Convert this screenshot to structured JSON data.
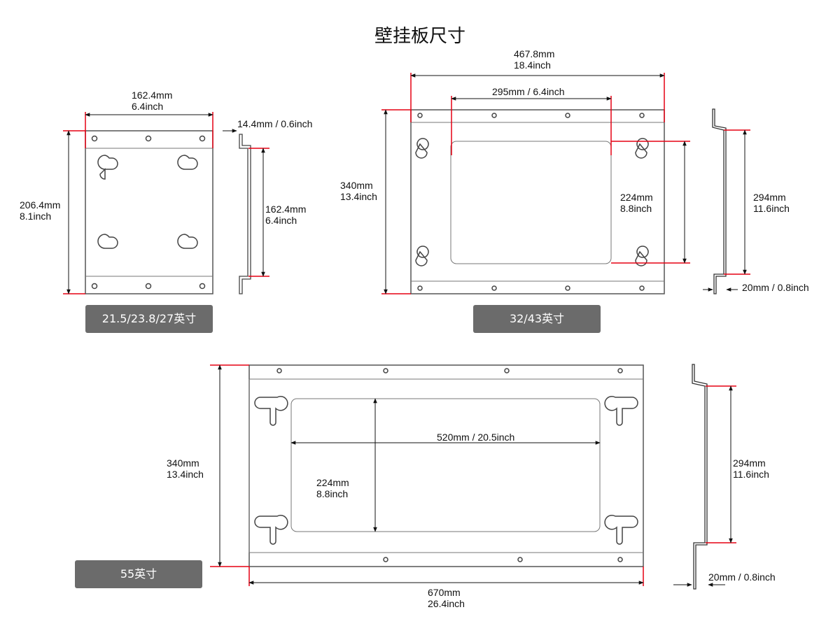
{
  "title": "壁挂板尺寸",
  "small_plate": {
    "badge": "21.5/23.8/27英寸",
    "width_mm": "162.4mm",
    "width_inch": "6.4inch",
    "height_mm": "206.4mm",
    "height_inch": "8.1inch",
    "depth_label": "14.4mm / 0.6inch",
    "side_mm": "162.4mm",
    "side_inch": "6.4inch"
  },
  "medium_plate": {
    "badge": "32/43英寸",
    "width_mm": "467.8mm",
    "width_inch": "18.4inch",
    "hole_spacing": "295mm / 6.4inch",
    "height_mm": "340mm",
    "height_inch": "13.4inch",
    "hole_height_mm": "224mm",
    "hole_height_inch": "8.8inch",
    "side_mm": "294mm",
    "side_inch": "11.6inch",
    "depth_label": "20mm / 0.8inch"
  },
  "large_plate": {
    "badge": "55英寸",
    "width_mm": "670mm",
    "width_inch": "26.4inch",
    "hole_spacing": "520mm / 20.5inch",
    "height_mm": "340mm",
    "height_inch": "13.4inch",
    "hole_height_mm": "224mm",
    "hole_height_inch": "8.8inch",
    "side_mm": "294mm",
    "side_inch": "11.6inch",
    "depth_label": "20mm / 0.8inch"
  },
  "colors": {
    "extension_line": "#e60012",
    "badge_bg": "#6b6b6b"
  }
}
